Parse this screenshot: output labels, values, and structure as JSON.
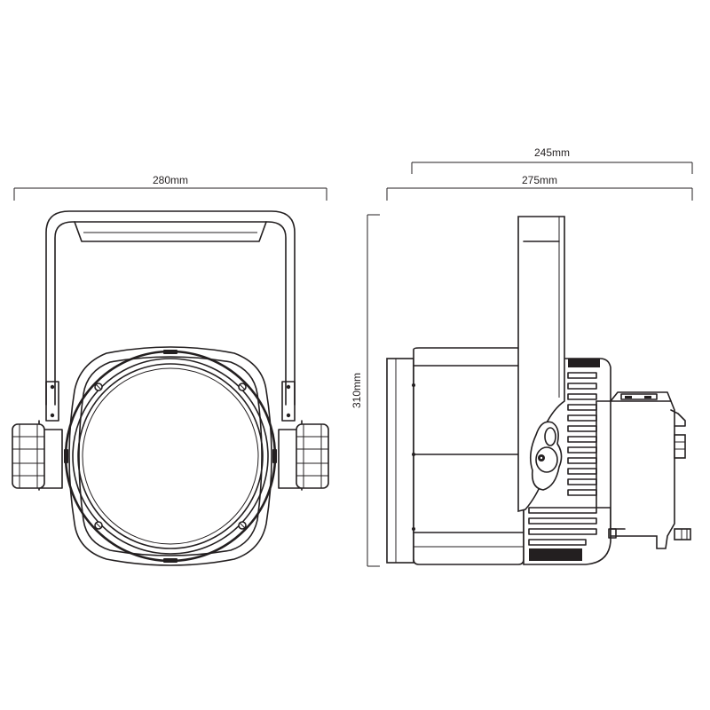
{
  "dimensions": {
    "front_width": "280mm",
    "side_depth_total": "275mm",
    "side_depth_body": "245mm",
    "height": "310mm"
  },
  "colors": {
    "line": "#231f20",
    "background": "#ffffff"
  }
}
